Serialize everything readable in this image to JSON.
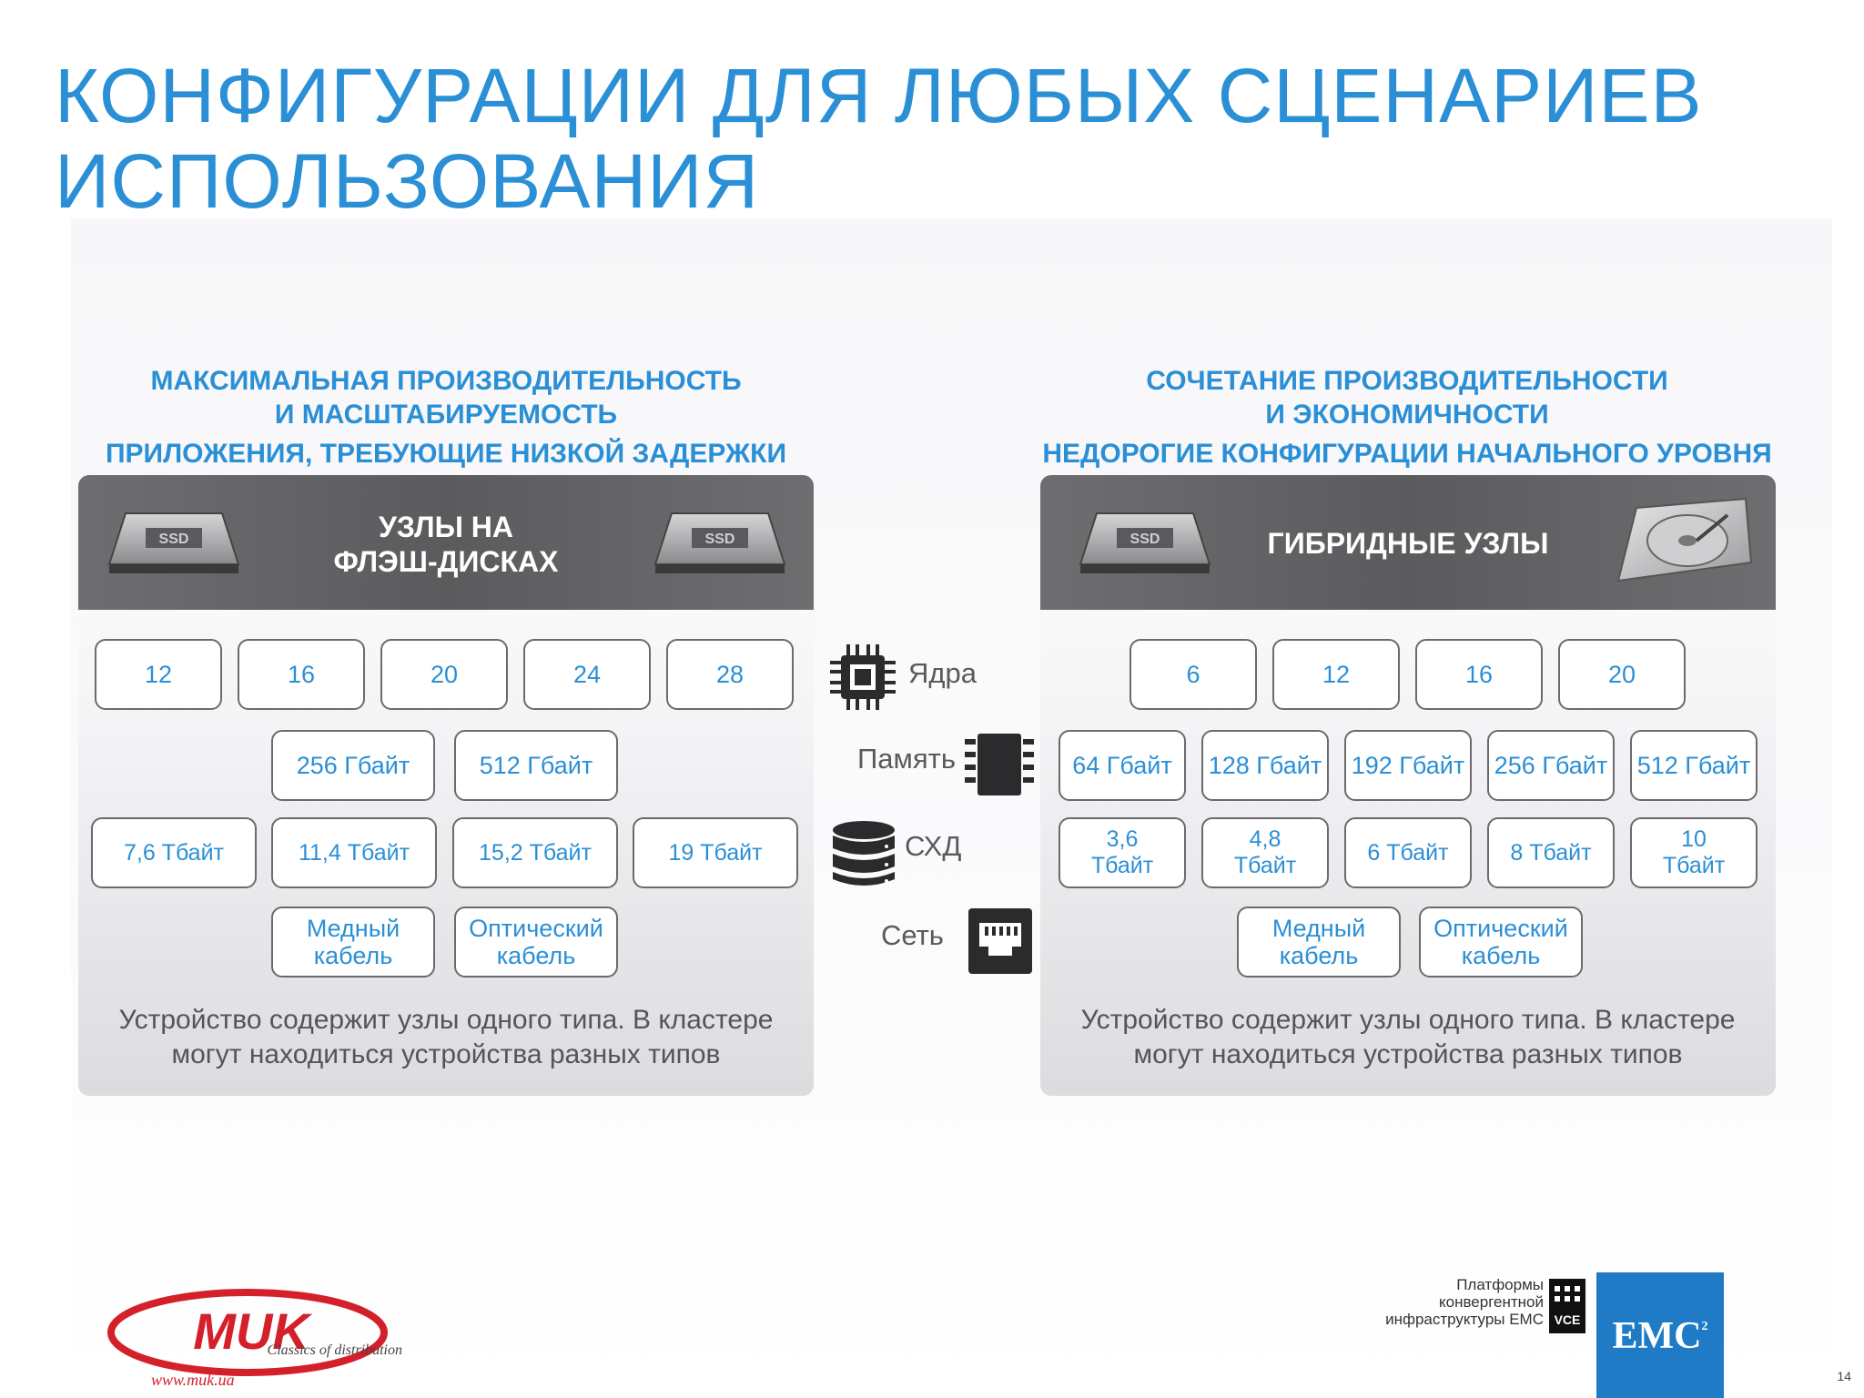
{
  "title": {
    "line1": "КОНФИГУРАЦИИ ДЛЯ ЛЮБЫХ СЦЕНАРИЕВ",
    "line2": "ИСПОЛЬЗОВАНИЯ"
  },
  "left": {
    "heading1": "МАКСИМАЛЬНАЯ ПРОИЗВОДИТЕЛЬНОСТЬ",
    "heading2": "И МАСШТАБИРУЕМОСТЬ",
    "subheading": "ПРИЛОЖЕНИЯ, ТРЕБУЮЩИЕ НИЗКОЙ ЗАДЕРЖКИ",
    "card_title1": "УЗЛЫ НА",
    "card_title2": "ФЛЭШ-ДИСКАХ",
    "cores": [
      "12",
      "16",
      "20",
      "24",
      "28"
    ],
    "memory": [
      "256 Гбайт",
      "512 Гбайт"
    ],
    "storage": [
      "7,6 Тбайт",
      "11,4 Тбайт",
      "15,2 Тбайт",
      "19 Тбайт"
    ],
    "network": [
      {
        "l1": "Медный",
        "l2": "кабель"
      },
      {
        "l1": "Оптический",
        "l2": "кабель"
      }
    ],
    "note": "Устройство содержит узлы одного типа. В кластере могут находиться устройства разных типов"
  },
  "right": {
    "heading1": "СОЧЕТАНИЕ ПРОИЗВОДИТЕЛЬНОСТИ",
    "heading2": "И ЭКОНОМИЧНОСТИ",
    "subheading": "НЕДОРОГИЕ КОНФИГУРАЦИИ НАЧАЛЬНОГО УРОВНЯ",
    "card_title": "ГИБРИДНЫЕ УЗЛЫ",
    "cores": [
      "6",
      "12",
      "16",
      "20"
    ],
    "memory": [
      "64 Гбайт",
      "128 Гбайт",
      "192 Гбайт",
      "256 Гбайт",
      "512 Гбайт"
    ],
    "storage": [
      {
        "l1": "3,6",
        "l2": "Тбайт"
      },
      {
        "l1": "4,8",
        "l2": "Тбайт"
      },
      {
        "l1": "6 Тбайт",
        "l2": ""
      },
      {
        "l1": "8 Тбайт",
        "l2": ""
      },
      {
        "l1": "10",
        "l2": "Тбайт"
      }
    ],
    "network": [
      {
        "l1": "Медный",
        "l2": "кабель"
      },
      {
        "l1": "Оптический",
        "l2": "кабель"
      }
    ],
    "note": "Устройство содержит узлы одного типа. В кластере могут находиться устройства разных типов"
  },
  "legend": {
    "cores": "Ядра",
    "memory": "Память",
    "storage": "СХД",
    "network": "Сеть",
    "icons": [
      "cpu-icon",
      "memory-chip-icon",
      "database-icon",
      "ethernet-port-icon"
    ]
  },
  "footer": {
    "muk_logo": "MUK",
    "muk_slogan": "Classics of distribution",
    "muk_url": "www.muk.ua",
    "vce_caption1": "Платформы",
    "vce_caption2": "конвергентной",
    "vce_caption3": "инфраструктуры EMC",
    "vce_logo": "VCE",
    "emc_logo": "EMC",
    "page_number": "14"
  },
  "colors": {
    "accent": "#2b8fd6",
    "card_header": "#666669",
    "emc_blue": "#1f7bc6",
    "muk_red": "#d4202a"
  }
}
